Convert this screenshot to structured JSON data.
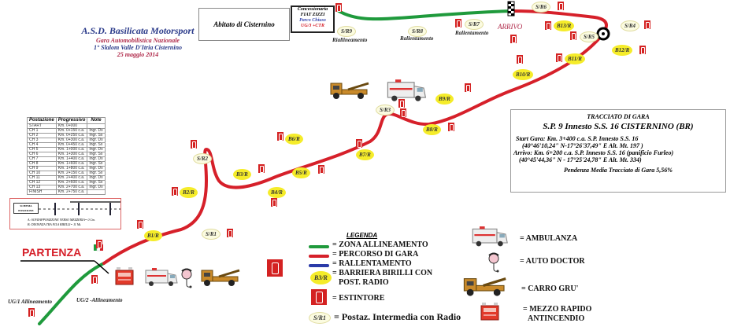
{
  "header": {
    "org": "A.S.D. Basilicata Motorsport",
    "event": "Gara Automobilistica Nazionale",
    "race": "1° Slalom Valle D'Itria Cisternino",
    "date": "25 maggio 2014"
  },
  "town_box": "Abitato di Cisternino",
  "dealer_box": {
    "line1": "Concessionaria",
    "line2": "FIAT ZIZZI",
    "line3": "Parco Chiuso",
    "line4": "UG/3 +CTR"
  },
  "track_labels": {
    "start": "PARTENZA",
    "finish": "ARRIVO",
    "ug1": "UG/1 Allineamento",
    "ug2": "UG/2 -Allineamento",
    "riallineamento": "Riallineamento",
    "rallentamento1": "Rallentamento",
    "rallentamento2": "Rallentamento"
  },
  "barriers": [
    "B1/R",
    "B2/R",
    "B3/R",
    "B4/R",
    "B5/R",
    "B6/R",
    "B7/R",
    "B8/R",
    "B9/R",
    "B10/R",
    "B11/R",
    "B12/R",
    "B13/R"
  ],
  "radio_posts": [
    "S/R1",
    "S/R2",
    "S/R3",
    "S/R4",
    "S/R5",
    "S/R6",
    "S/R7",
    "S/R8",
    "S/R9"
  ],
  "info_box": {
    "title": "TRACCIATO DI GARA",
    "road": "S.P. 9 Innesto S.S. 16 CISTERNINO (BR)",
    "start": "Start Gara: Km. 3+400 c.a. S.P. Innesto S.S. 16",
    "start_coords": "(40°46'10,24\" N-17°26'37,49\" E Alt. Mt. 197 )",
    "finish": "Arrivo: Km. 6+200 c.a. S.P. Innesto S.S. 16 (panificio Furleo)",
    "finish_coords": "(40°45'44,36\" N - 17°25'24,78\" E Alt. Mt. 334)",
    "slope": "Pendenza Media Tracciato di Gara 5,56%"
  },
  "legend": {
    "title": "LEGENDA",
    "items": [
      {
        "label": "= ZONA ALLINEAMENTO",
        "color": "#1f9a3c"
      },
      {
        "label": "= PERCORSO DI GARA",
        "color": "#d6202a"
      },
      {
        "label": "= RALLENTAMENTO",
        "color": "#2a3aa8"
      },
      {
        "label": "= BARRIERA BIRILLI CON",
        "label2": "POST. RADIO",
        "badge": "B3/R"
      },
      {
        "label": "= ESTINTORE"
      },
      {
        "label": "= Postaz. Intermedia con Radio",
        "badge": "S/R1"
      }
    ]
  },
  "vehicles_legend": {
    "ambulance": "= AMBULANZA",
    "doctor": "= AUTO DOCTOR",
    "crane": "= CARRO GRU'",
    "fire1": "= MEZZO RAPIDO",
    "fire2": "ANTINCENDIO"
  },
  "positions_table": {
    "headers": [
      "Postazione",
      "Progressivo",
      "Note"
    ],
    "rows": [
      [
        "START",
        "Km. 0+000",
        ""
      ],
      [
        "CH 1",
        "Km. 0+150 c.a.",
        "Ingr. Dx"
      ],
      [
        "CH 2",
        "Km. 0+250 c.a.",
        "Ingr. Sx"
      ],
      [
        "CH 3",
        "Km. 0+300 c.a.",
        "Ingr. Dx"
      ],
      [
        "CH 4",
        "Km. 0+450 c.a.",
        "Ingr. Sx"
      ],
      [
        "CH 5",
        "Km. 1+000 c.a.",
        "Ingr. Dx"
      ],
      [
        "CH 6",
        "Km. 1+300 c.a.",
        "Ingr. Sx"
      ],
      [
        "CH 7",
        "Km. 1+400 c.a.",
        "Ingr. Dx"
      ],
      [
        "CH 8",
        "Km. 1+600 c.a.",
        "Ingr. Sx"
      ],
      [
        "CH 9",
        "Km. 1+800 c.a.",
        "Ingr. Dx"
      ],
      [
        "CH 10",
        "Km. 2+150 c.a.",
        "Ingr. Sx"
      ],
      [
        "CH 11",
        "Km. 2+400 c.a.",
        "Ingr. Dx"
      ],
      [
        "CH 12",
        "Km. 2+600 c.a.",
        "Ingr. Sx"
      ],
      [
        "CH 13",
        "Km. 2+700 c.a.",
        "Ingr. Dx"
      ],
      [
        "FINISH",
        "Km. 2+750 c.a.",
        ""
      ]
    ]
  },
  "chicane_diagram": {
    "box": "SCHEMA POSIZIONE",
    "note_a": "A: SOVRAPPOSIZIONE VERSO MEZZERIA= 0 Cm.",
    "note_b": "B: DISTANZA TRA FILA BIRILLI= 11 Mt."
  }
}
